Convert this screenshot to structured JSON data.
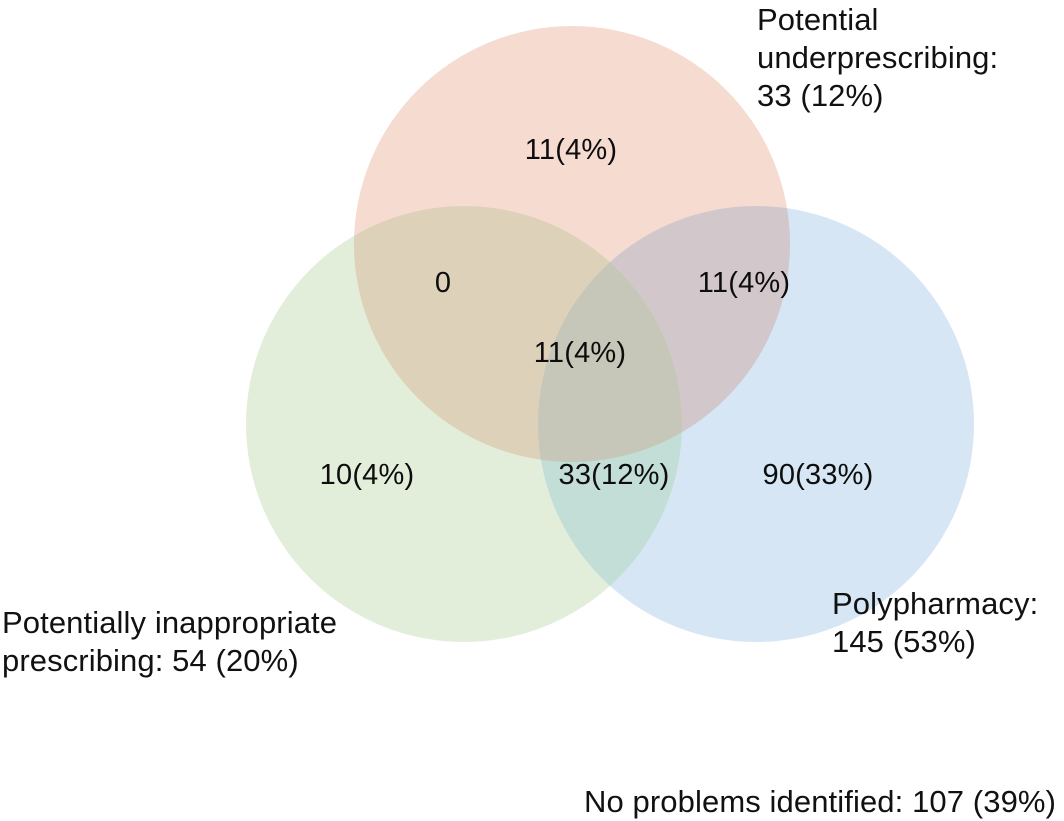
{
  "figure": {
    "type": "venn3",
    "background": "#ffffff"
  },
  "chart_data": {
    "type": "venn",
    "title": "",
    "total_label": "No problems identified: 107 (39%)",
    "sets": [
      {
        "key": "underprescribing",
        "name": "Potential underprescribing",
        "label": "Potential\nunderprescribing:\n33 (12%)",
        "count": 33,
        "percent": 12,
        "color": "#f6dbd1",
        "position": "top"
      },
      {
        "key": "inappropriate",
        "name": "Potentially inappropriate prescribing",
        "label": "Potentially inappropriate\nprescribing: 54 (20%)",
        "count": 54,
        "percent": 20,
        "color": "#e3eeda",
        "position": "bottom-left"
      },
      {
        "key": "polypharmacy",
        "name": "Polypharmacy",
        "label": "Polypharmacy:\n145 (53%)",
        "count": 145,
        "percent": 53,
        "color": "#d6e6f5",
        "position": "bottom-right"
      }
    ],
    "regions": [
      {
        "key": "underprescribing_only",
        "sets": [
          "underprescribing"
        ],
        "value": 11,
        "percent": 4,
        "text": "11(4%)"
      },
      {
        "key": "inappropriate_underprescribing",
        "sets": [
          "inappropriate",
          "underprescribing"
        ],
        "value": 0,
        "percent": null,
        "text": "0"
      },
      {
        "key": "underprescribing_polypharmacy",
        "sets": [
          "underprescribing",
          "polypharmacy"
        ],
        "value": 11,
        "percent": 4,
        "text": "11(4%)"
      },
      {
        "key": "all_three",
        "sets": [
          "inappropriate",
          "underprescribing",
          "polypharmacy"
        ],
        "value": 11,
        "percent": 4,
        "text": "11(4%)"
      },
      {
        "key": "inappropriate_only",
        "sets": [
          "inappropriate"
        ],
        "value": 10,
        "percent": 4,
        "text": "10(4%)"
      },
      {
        "key": "inappropriate_polypharmacy",
        "sets": [
          "inappropriate",
          "polypharmacy"
        ],
        "value": 33,
        "percent": 12,
        "text": "33(12%)"
      },
      {
        "key": "polypharmacy_only",
        "sets": [
          "polypharmacy"
        ],
        "value": 90,
        "percent": 33,
        "text": "90(33%)"
      }
    ],
    "outside": {
      "key": "no_problems",
      "value": 107,
      "percent": 39,
      "text": "No problems identified: 107 (39%)"
    },
    "colors": {
      "underprescribing": "#f6dbd1",
      "inappropriate": "#e3eeda",
      "polypharmacy": "#d6e6f5",
      "underprescribing_inappropriate": "#ded1b9",
      "underprescribing_polypharmacy": "#d2c8cb",
      "inappropriate_polypharmacy": "#c3ddd7",
      "all_three": "#c6c7b9",
      "text": "#111111",
      "background": "#ffffff"
    }
  }
}
